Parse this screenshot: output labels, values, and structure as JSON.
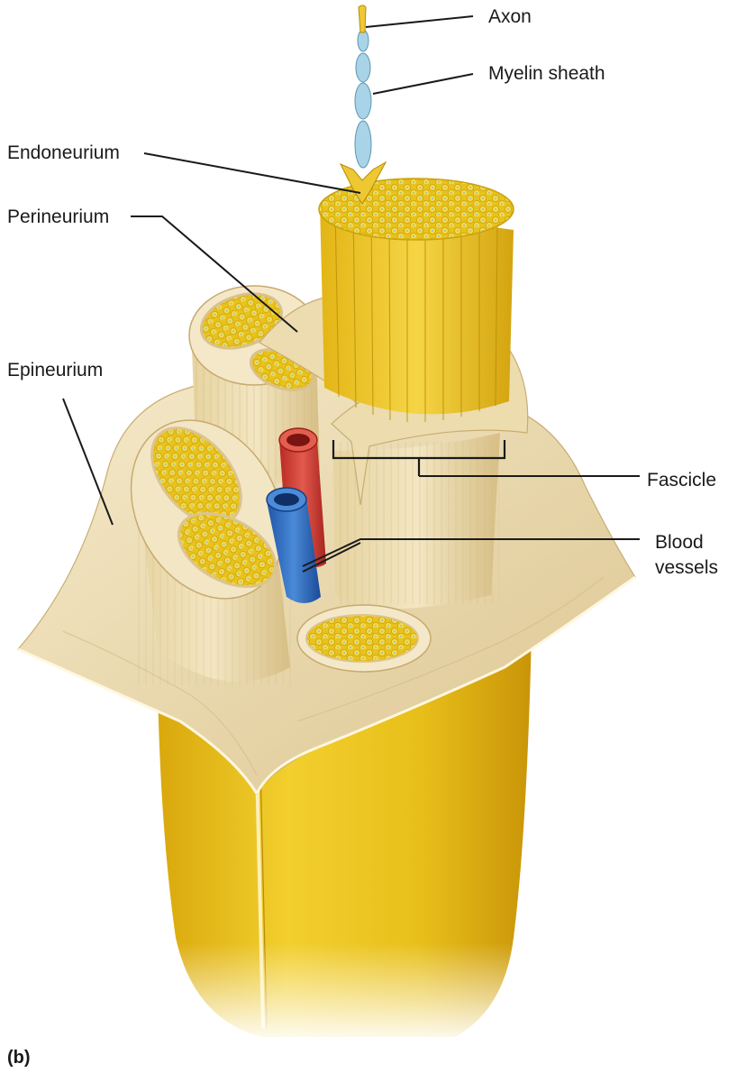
{
  "figure": {
    "panel_label": "(b)",
    "labels": {
      "axon": "Axon",
      "myelin_sheath": "Myelin sheath",
      "endoneurium": "Endoneurium",
      "perineurium": "Perineurium",
      "epineurium": "Epineurium",
      "fascicle": "Fascicle",
      "blood_vessels_line1": "Blood",
      "blood_vessels_line2": "vessels"
    }
  },
  "colors": {
    "nerve_yellow": "#e9c21f",
    "nerve_yellow_dark": "#c99a08",
    "tissue_cream": "#eedfb6",
    "tissue_cream_dark": "#d8c08a",
    "fiber_dot": "#f3d23a",
    "artery_red": "#d8423a",
    "vein_blue": "#2f6fc4",
    "myelin_blue": "#a9d3e6",
    "leader_line": "#1a1a1a"
  }
}
